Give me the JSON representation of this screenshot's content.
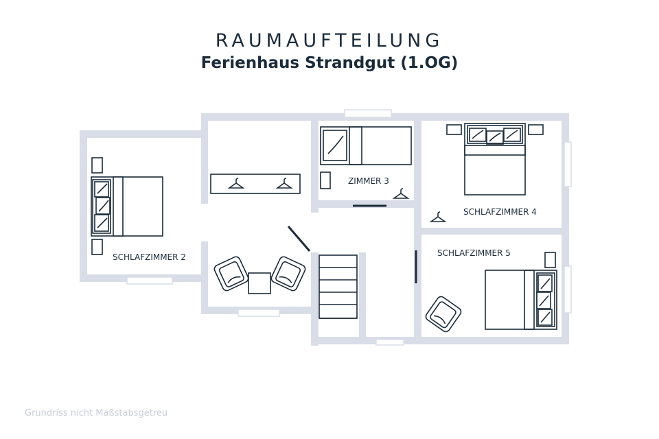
{
  "header": {
    "title": "RAUMAUFTEILUNG",
    "subtitle": "Ferienhaus Strandgut (1.OG)"
  },
  "rooms": {
    "schlafzimmer_2": "SCHLAFZIMMER 2",
    "zimmer_3": "ZIMMER 3",
    "schlafzimmer_4": "SCHLAFZIMMER 4",
    "schlafzimmer_5": "SCHLAFZIMMER 5"
  },
  "footnote": "Grundriss nicht Maßstabsgetreu",
  "colors": {
    "wall": "#d9dde8",
    "line": "#1b2b3a",
    "background": "#ffffff"
  }
}
